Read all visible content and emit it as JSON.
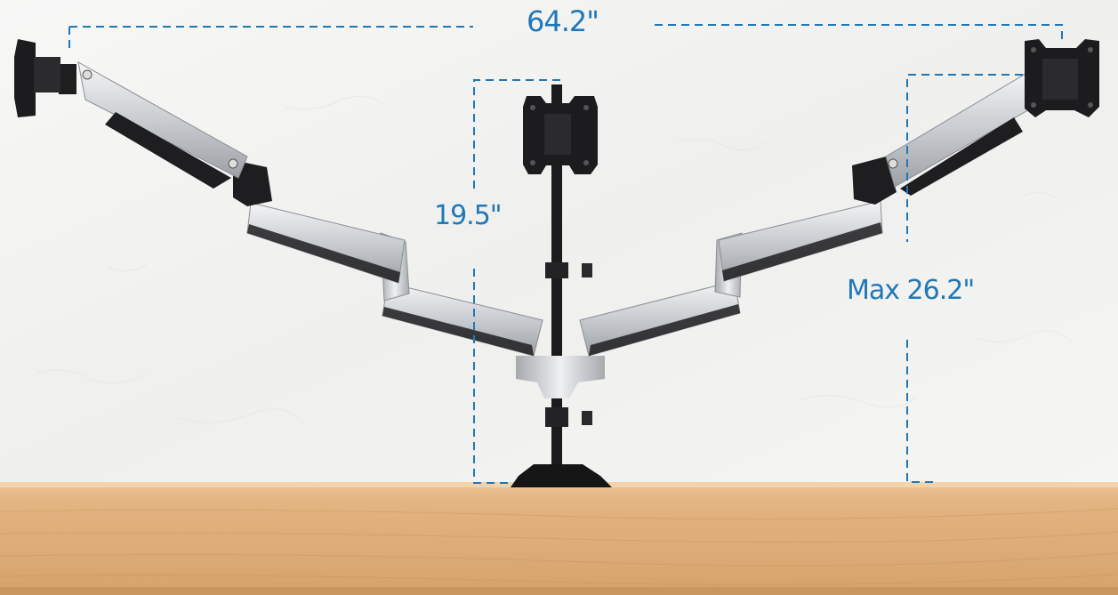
{
  "dimensions": {
    "overall_width": "64.2\"",
    "pole_height": "19.5\"",
    "max_height": "Max 26.2\""
  },
  "colors": {
    "dimension_line": "#1f78b8",
    "wall": "#f2f2f0",
    "desk": "#e0b27e",
    "arm_silver": "#d4d6d8",
    "arm_dark": "#1e1e20"
  }
}
